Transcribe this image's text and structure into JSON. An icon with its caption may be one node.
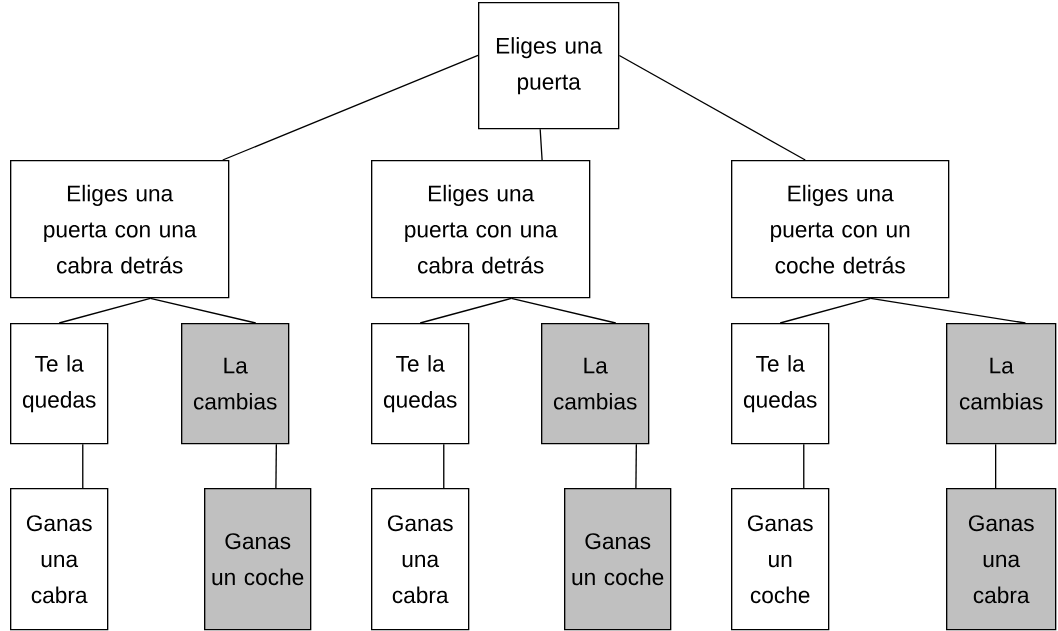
{
  "diagram": {
    "nodes": [
      {
        "text": [
          "Eliges una puerta"
        ]
      },
      {
        "text": [
          "Eliges una puerta con una cabra detrás"
        ]
      },
      {
        "text": [
          "Eliges una puerta con una cabra detrás"
        ]
      },
      {
        "text": [
          "Eliges una puerta con un coche detrás"
        ]
      },
      {
        "text": [
          "Te la quedas"
        ]
      },
      {
        "text": [
          "La cambias"
        ]
      },
      {
        "text": [
          "Te la quedas"
        ]
      },
      {
        "text": [
          "La cambias"
        ]
      },
      {
        "text": [
          "Te la quedas"
        ]
      },
      {
        "text": [
          "La cambias"
        ]
      },
      {
        "text": [
          "Ganas una cabra"
        ]
      },
      {
        "text": [
          "Ganas un coche"
        ]
      },
      {
        "text": [
          "Ganas una cabra"
        ]
      },
      {
        "text": [
          "Ganas un coche"
        ]
      },
      {
        "text": [
          "Ganas un coche"
        ]
      },
      {
        "text": [
          "Ganas una cabra"
        ]
      }
    ],
    "edges": [
      {
        "from": 0,
        "to": 1,
        "arrow": "none"
      },
      {
        "from": 0,
        "to": 2,
        "arrow": "none"
      },
      {
        "from": 0,
        "to": 3,
        "arrow": "none"
      },
      {
        "from": 1,
        "to": 4,
        "arrow": "none"
      },
      {
        "from": 1,
        "to": 5,
        "arrow": "none"
      },
      {
        "from": 2,
        "to": 6,
        "arrow": "none"
      },
      {
        "from": 2,
        "to": 7,
        "arrow": "none"
      },
      {
        "from": 3,
        "to": 8,
        "arrow": "none"
      },
      {
        "from": 3,
        "to": 9,
        "arrow": "none"
      },
      {
        "from": 4,
        "to": 10,
        "arrow": "none"
      },
      {
        "from": 5,
        "to": 11,
        "arrow": "none"
      },
      {
        "from": 6,
        "to": 12,
        "arrow": "none"
      },
      {
        "from": 7,
        "to": 13,
        "arrow": "none"
      },
      {
        "from": 8,
        "to": 14,
        "arrow": "none"
      },
      {
        "from": 9,
        "to": 15,
        "arrow": "none"
      }
    ]
  }
}
